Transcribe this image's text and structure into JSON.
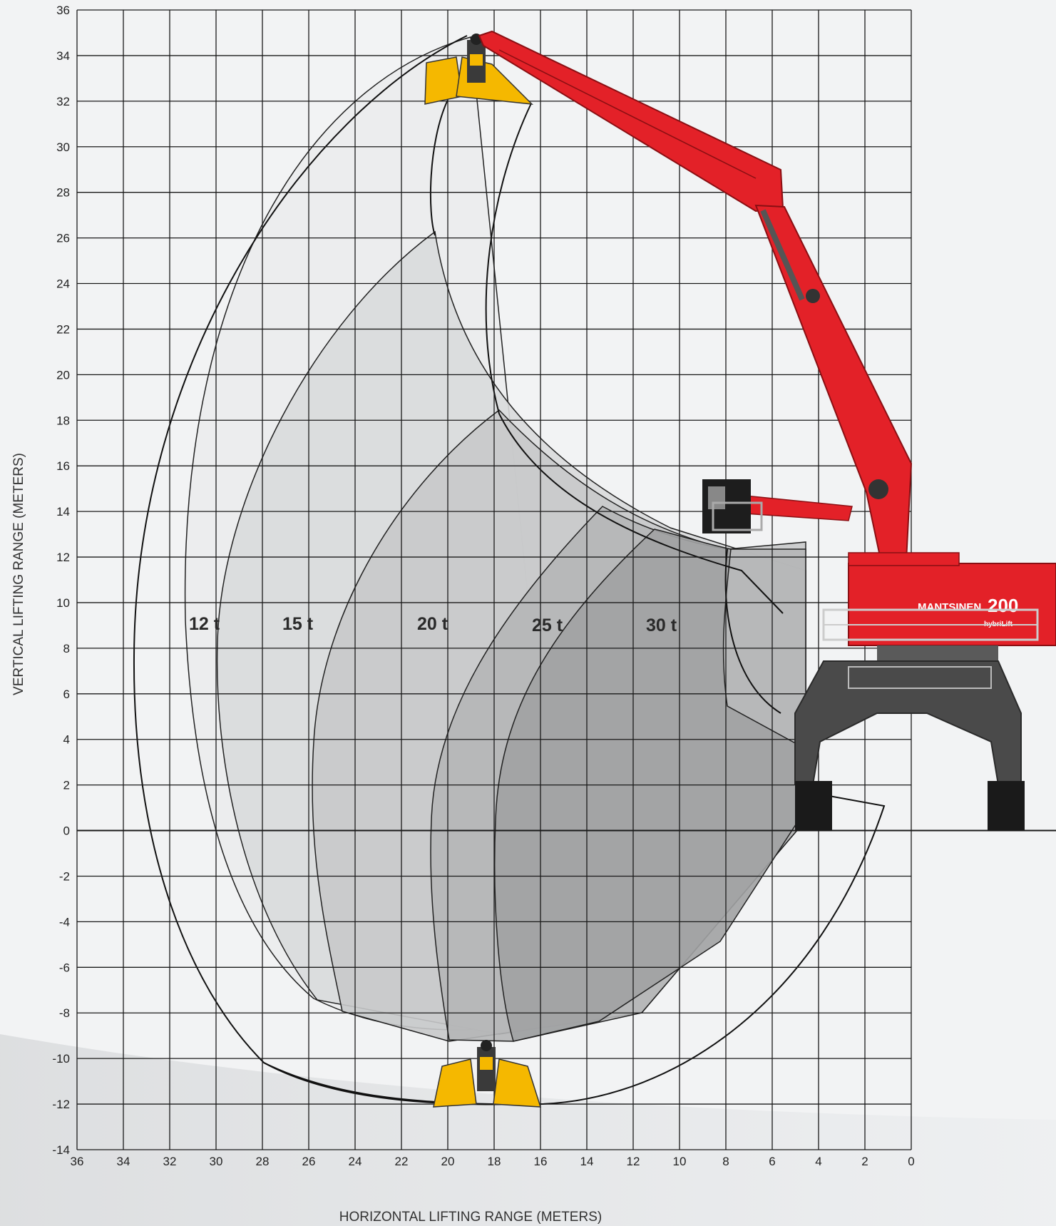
{
  "axes": {
    "x_title": "HORIZONTAL LIFTING RANGE (METERS)",
    "y_title": "VERTICAL LIFTING RANGE (METERS)",
    "x_ticks": [
      "36",
      "34",
      "32",
      "30",
      "28",
      "26",
      "24",
      "22",
      "20",
      "18",
      "16",
      "14",
      "12",
      "10",
      "8",
      "6",
      "4",
      "2",
      "0"
    ],
    "y_ticks": [
      "36",
      "34",
      "32",
      "30",
      "28",
      "26",
      "24",
      "22",
      "20",
      "18",
      "16",
      "14",
      "12",
      "10",
      "8",
      "6",
      "4",
      "2",
      "0",
      "-2",
      "-4",
      "-6",
      "-8",
      "-10",
      "-12",
      "-14"
    ]
  },
  "zones": [
    {
      "label": "12 t"
    },
    {
      "label": "15 t"
    },
    {
      "label": "20 t"
    },
    {
      "label": "25 t"
    },
    {
      "label": "30 t"
    }
  ],
  "machine": {
    "brand": "MANTSINEN",
    "model": "200",
    "variant": "hybriLift"
  },
  "colors": {
    "grid": "#1a1a1a",
    "boom": "#e32128",
    "boom_dark": "#a8151a",
    "grab": "#f5b800",
    "undercarriage": "#4a4a4a",
    "zone_12": "#ebeced",
    "zone_15": "#d9dadb",
    "zone_20": "#c8c9ca",
    "zone_25": "#b5b6b7",
    "zone_30": "#a1a2a3"
  }
}
